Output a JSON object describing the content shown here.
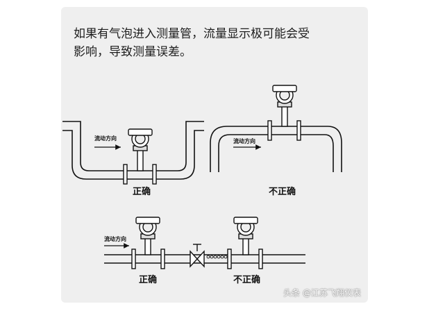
{
  "caption": {
    "line1": "如果有气泡进入测量管，流量显示极可能会受",
    "line2": "影响，导致测量误差。"
  },
  "diagrams": [
    {
      "flow_label": "流动方向",
      "verdict": "正确"
    },
    {
      "flow_label": "流动方向",
      "verdict": "不正确"
    },
    {
      "flow_label": "流动方向",
      "verdict_left": "正确",
      "verdict_right": "不正确"
    }
  ],
  "watermark": {
    "text": "头条 @江苏飞翔仪表"
  },
  "colors": {
    "card": "#efefef",
    "line": "#111111",
    "pipe_fill": "#ffffff"
  }
}
